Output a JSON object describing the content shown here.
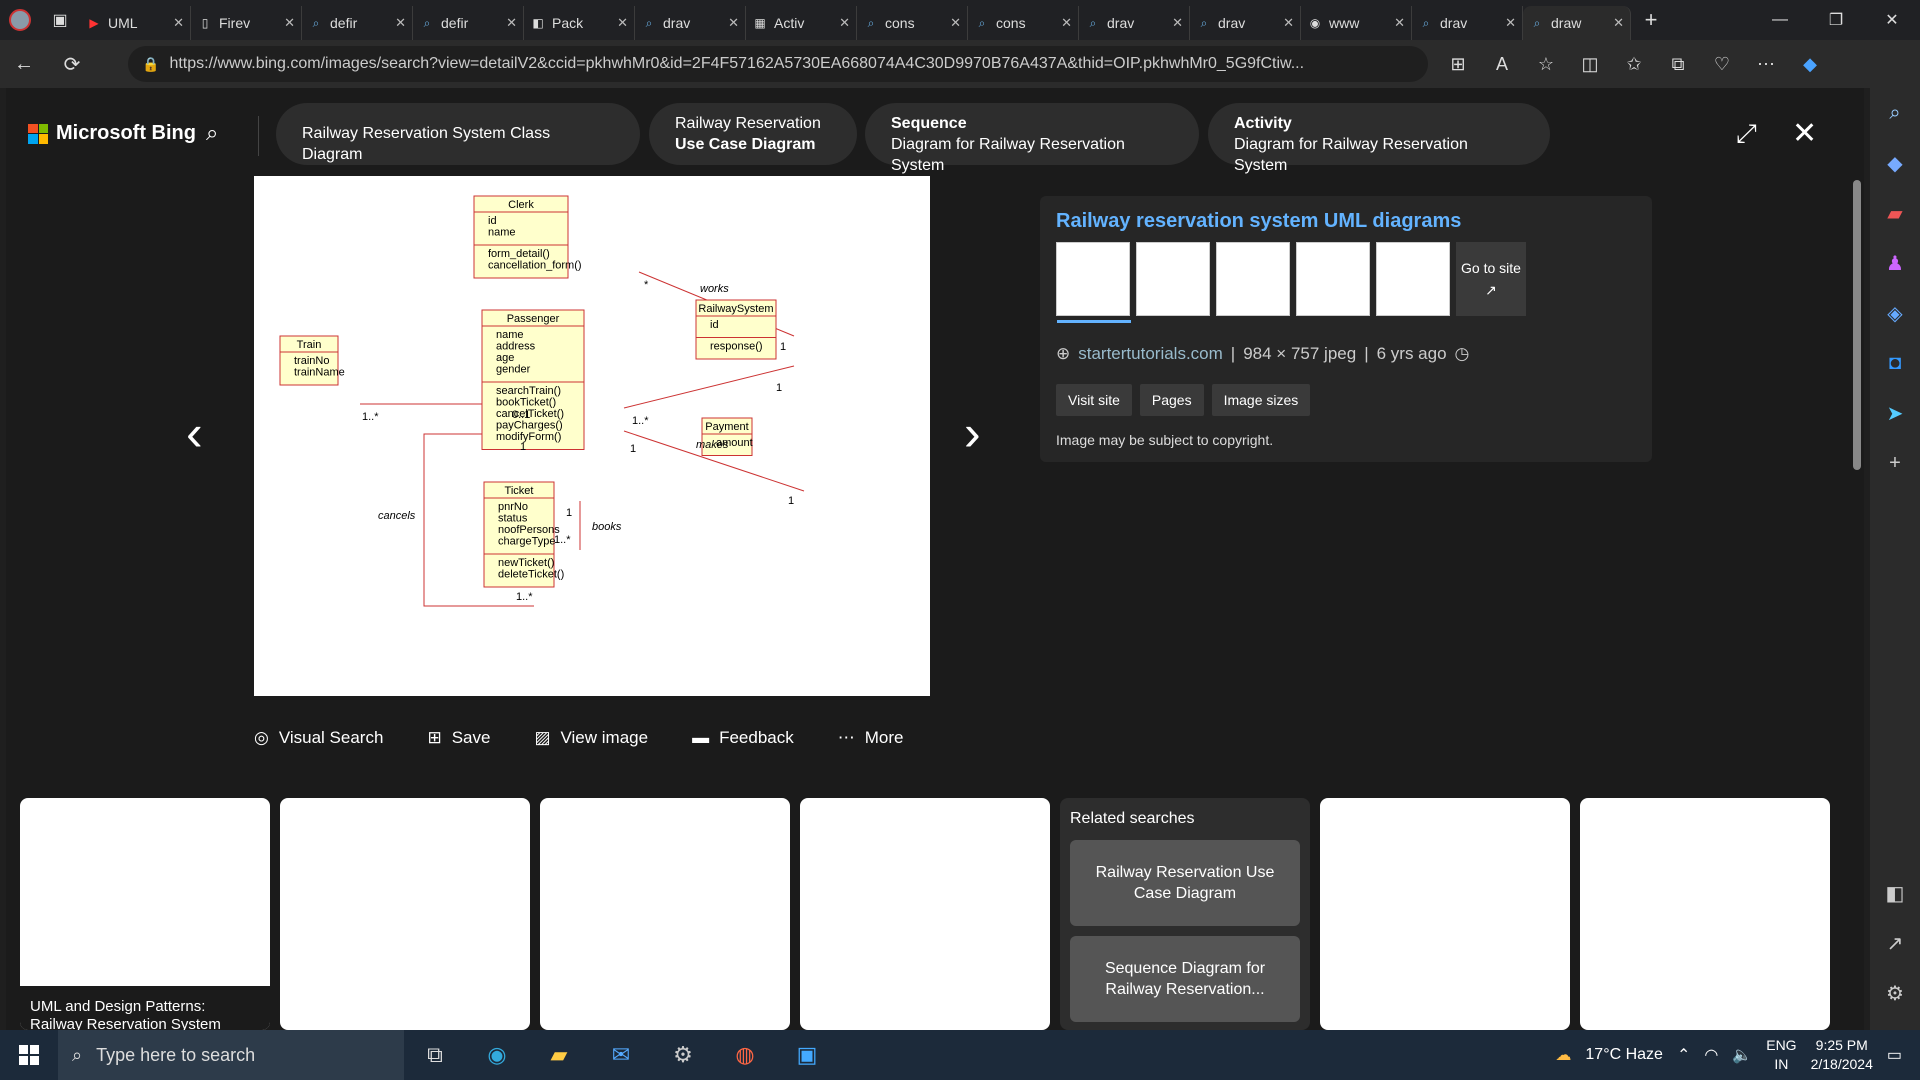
{
  "tabs": [
    {
      "icon": "youtube-icon",
      "label": "UML"
    },
    {
      "icon": "document-icon",
      "label": "Firev"
    },
    {
      "icon": "bing-search-icon",
      "label": "defir"
    },
    {
      "icon": "bing-search-icon",
      "label": "defir"
    },
    {
      "icon": "package-icon",
      "label": "Pack"
    },
    {
      "icon": "bing-search-icon",
      "label": "drav"
    },
    {
      "icon": "activity-icon",
      "label": "Activ"
    },
    {
      "icon": "bing-search-icon",
      "label": "cons"
    },
    {
      "icon": "bing-search-icon",
      "label": "cons"
    },
    {
      "icon": "bing-search-icon",
      "label": "drav"
    },
    {
      "icon": "bing-search-icon",
      "label": "drav"
    },
    {
      "icon": "web-icon",
      "label": "www"
    },
    {
      "icon": "bing-search-icon",
      "label": "drav"
    },
    {
      "icon": "bing-search-icon",
      "label": "draw"
    }
  ],
  "address": {
    "url": "https://www.bing.com/images/search?view=detailV2&ccid=pkhwhMr0&id=2F4F57162A5730EA668074A4C30D9970B76A437A&thid=OIP.pkhwhMr0_5G9fCtiw..."
  },
  "bing": {
    "logo": "Microsoft Bing",
    "pills": [
      {
        "l1": "Railway Reservation System Class Diagram",
        "l2": ""
      },
      {
        "l1": "Railway Reservation",
        "l2": "Use Case Diagram"
      },
      {
        "l1": "Sequence",
        "l2": "Diagram for Railway Reservation System"
      },
      {
        "l1": "Activity",
        "l2": "Diagram for Railway Reservation System"
      }
    ]
  },
  "diagram": {
    "clerk": {
      "title": "Clerk",
      "attrs": [
        "id",
        "name"
      ],
      "ops": [
        "form_detail()",
        "cancellation_form()"
      ]
    },
    "passenger": {
      "title": "Passenger",
      "attrs": [
        "name",
        "address",
        "age",
        "gender"
      ],
      "ops": [
        "searchTrain()",
        "bookTicket()",
        "cancelTicket()",
        "payCharges()",
        "modifyForm()"
      ]
    },
    "railway": {
      "title": "RailwaySystem",
      "attrs": [
        "id"
      ],
      "ops": [
        "response()"
      ]
    },
    "train": {
      "title": "Train",
      "attrs": [
        "trainNo",
        "trainName"
      ]
    },
    "payment": {
      "title": "Payment",
      "attrs": [
        "amount"
      ]
    },
    "ticket": {
      "title": "Ticket",
      "attrs": [
        "pnrNo",
        "status",
        "noofPersons",
        "chargeType"
      ],
      "ops": [
        "newTicket()",
        "deleteTicket()"
      ]
    },
    "labels": {
      "works": "works",
      "makes": "makes",
      "books": "books",
      "cancels": "cancels",
      "one": "1",
      "many": "1..*",
      "star": "*",
      "zeroone": "0..1"
    }
  },
  "info": {
    "title": "Railway reservation system UML diagrams",
    "goto": "Go to site",
    "source": "startertutorials.com",
    "size": "984 × 757 jpeg",
    "age": "6 yrs ago",
    "buttons": [
      "Visit site",
      "Pages",
      "Image sizes"
    ],
    "copyright": "Image may be subject to copyright."
  },
  "actions": [
    "Visual Search",
    "Save",
    "View image",
    "Feedback",
    "More"
  ],
  "strip": {
    "first_caption": "UML and Design Patterns: Railway Reservation System UML...",
    "related_heading": "Related searches",
    "related": [
      "Railway Reservation Use Case Diagram",
      "Sequence Diagram for Railway Reservation..."
    ]
  },
  "taskbar": {
    "search": "Type here to search",
    "weather": "17°C  Haze",
    "lang1": "ENG",
    "lang2": "IN",
    "time": "9:25 PM",
    "date": "2/18/2024"
  }
}
